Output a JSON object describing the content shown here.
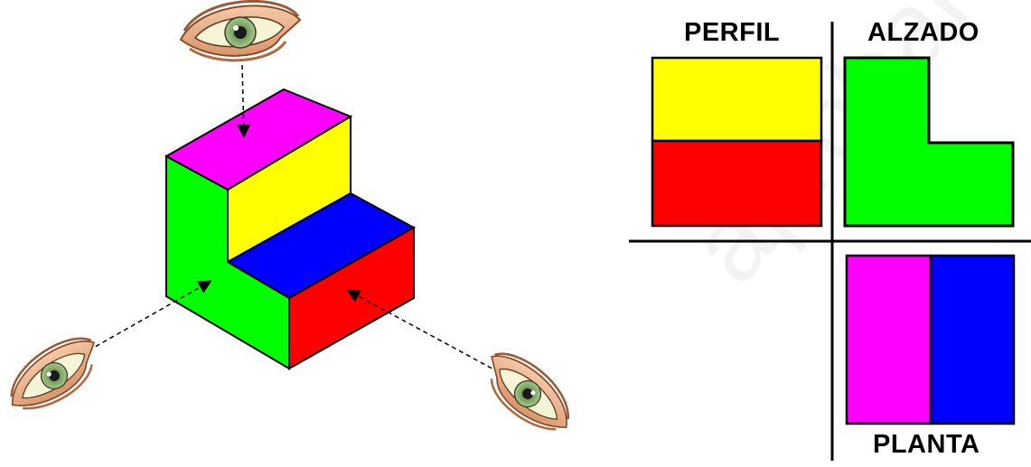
{
  "views": {
    "profile_label": "PERFIL",
    "elevation_label": "ALZADO",
    "plan_label": "PLANTA"
  },
  "watermark": "aprobar.es",
  "colors": {
    "top_face": "#ff00ff",
    "step_riser": "#ffff00",
    "step_tread": "#0000ff",
    "front_face": "#ff0000",
    "side_face": "#00ff00",
    "outline": "#000000"
  },
  "icons": [
    "eye-icon-top",
    "eye-icon-left",
    "eye-icon-right"
  ]
}
